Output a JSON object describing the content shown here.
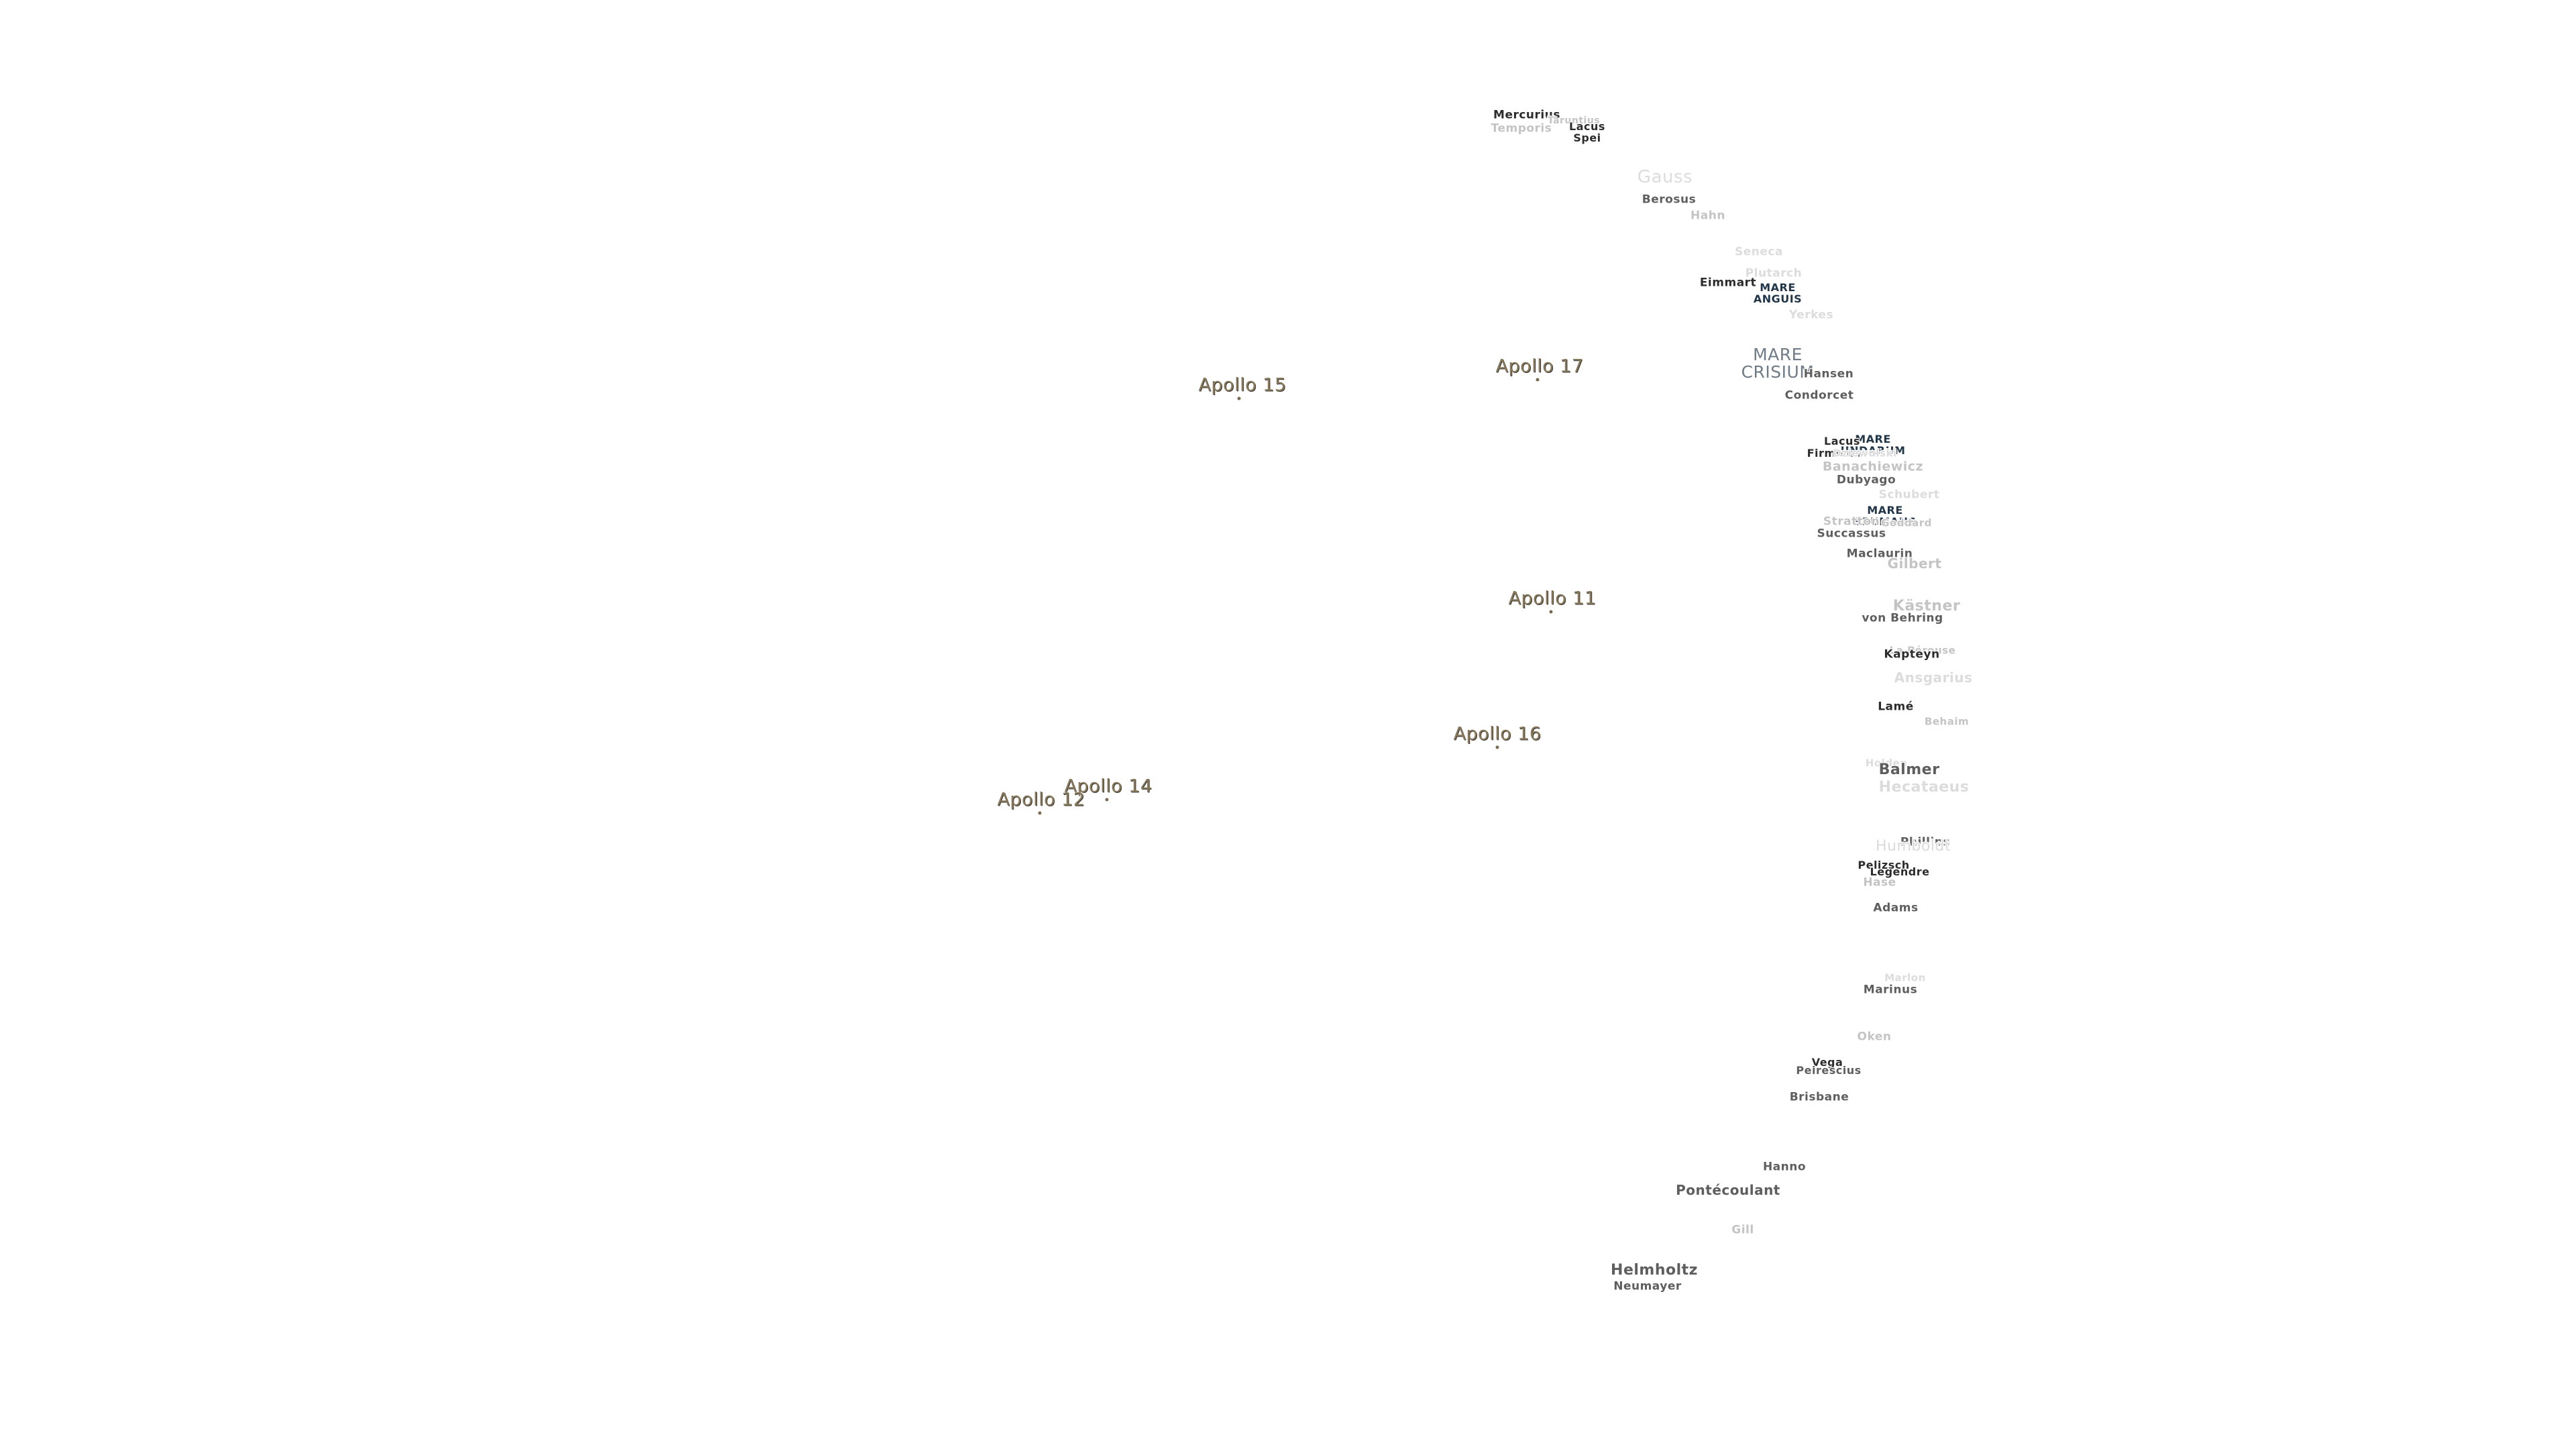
{
  "map": {
    "landing_sites": [
      {
        "name": "Apollo 15"
      },
      {
        "name": "Apollo 17"
      },
      {
        "name": "Apollo 11"
      },
      {
        "name": "Apollo 16"
      },
      {
        "name": "Apollo 14"
      },
      {
        "name": "Apollo 12"
      }
    ],
    "maria": [
      {
        "name": "MARE\nANGUIS"
      },
      {
        "name": "MARE\nCRISIUM"
      },
      {
        "name": "MARE\nUNDARUM"
      },
      {
        "name": "MARE\nSPUMANS"
      }
    ],
    "craters": [
      {
        "name": "Mercurius"
      },
      {
        "name": "Taruntius"
      },
      {
        "name": "Lacus\nSpei"
      },
      {
        "name": "Temporis"
      },
      {
        "name": "Gauss"
      },
      {
        "name": "Berosus"
      },
      {
        "name": "Hahn"
      },
      {
        "name": "Seneca"
      },
      {
        "name": "Plutarch"
      },
      {
        "name": "Eimmart"
      },
      {
        "name": "Yerkes"
      },
      {
        "name": "Hansen"
      },
      {
        "name": "Condorcet"
      },
      {
        "name": "Lacus"
      },
      {
        "name": "Firmicus"
      },
      {
        "name": "Dziewulski"
      },
      {
        "name": "Banachiewicz"
      },
      {
        "name": "Dubyago"
      },
      {
        "name": "Schubert"
      },
      {
        "name": "Stratton"
      },
      {
        "name": "Goddard"
      },
      {
        "name": "Succassus"
      },
      {
        "name": "Maclaurin"
      },
      {
        "name": "Gilbert"
      },
      {
        "name": "Kästner"
      },
      {
        "name": "von Behring"
      },
      {
        "name": "La Pérouse"
      },
      {
        "name": "Kapteyn"
      },
      {
        "name": "Ansgarius"
      },
      {
        "name": "Lamé"
      },
      {
        "name": "Behaim"
      },
      {
        "name": "Holden"
      },
      {
        "name": "Balmer"
      },
      {
        "name": "Hecataeus"
      },
      {
        "name": "Phillips"
      },
      {
        "name": "Humboldt"
      },
      {
        "name": "Pelizsch"
      },
      {
        "name": "Legendre"
      },
      {
        "name": "Hase"
      },
      {
        "name": "Adams"
      },
      {
        "name": "Marlon"
      },
      {
        "name": "Marinus"
      },
      {
        "name": "Oken"
      },
      {
        "name": "Vega"
      },
      {
        "name": "Peirescius"
      },
      {
        "name": "Brisbane"
      },
      {
        "name": "Hanno"
      },
      {
        "name": "Pontécoulant"
      },
      {
        "name": "Gill"
      },
      {
        "name": "Helmholtz"
      },
      {
        "name": "Neumayer"
      }
    ]
  }
}
